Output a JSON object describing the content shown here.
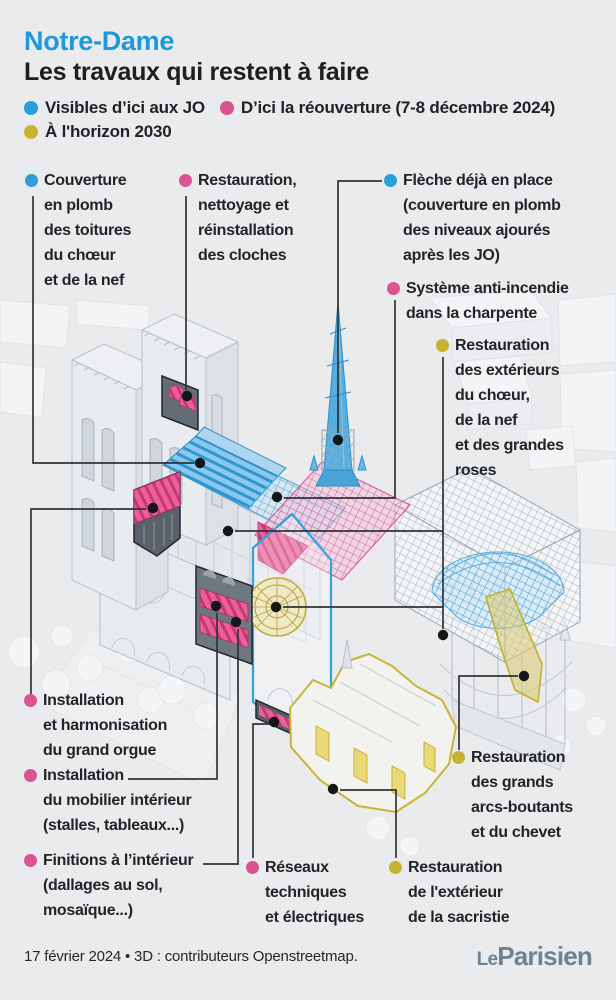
{
  "colors": {
    "background": "#e9ebed",
    "blue_accent": "#2d9fd8",
    "pink_accent": "#db5390",
    "yellow_accent": "#c7b232",
    "leader_line": "#333333",
    "text": "#1d1e20",
    "logo": "#6b8392"
  },
  "header": {
    "kicker": "Notre-Dame",
    "title": "Les travaux qui restent à faire"
  },
  "legend": {
    "items": [
      {
        "color": "blue",
        "label": "Visibles d’ici aux JO"
      },
      {
        "color": "pink",
        "label": "D’ici la réouverture (7-8 décembre 2024)"
      },
      {
        "color": "yellow",
        "label": "À l'horizon 2030"
      }
    ]
  },
  "annotations": [
    {
      "id": "couverture-plomb",
      "color": "blue",
      "text": "Couverture\nen plomb\ndes toitures\ndu chœur\net de la nef"
    },
    {
      "id": "cloches",
      "color": "pink",
      "text": "Restauration,\nnettoyage et\nréinstallation\ndes cloches"
    },
    {
      "id": "fleche",
      "color": "blue",
      "text": "Flèche déjà en place\n(couverture en plomb\ndes niveaux ajourés\naprès les JO)"
    },
    {
      "id": "anti-incendie",
      "color": "pink",
      "text": "Système anti-incendie\ndans la charpente"
    },
    {
      "id": "exterieurs-roses",
      "color": "yellow",
      "text": "Restauration\ndes extérieurs\ndu chœur,\nde la nef\net des grandes\nroses"
    },
    {
      "id": "grand-orgue",
      "color": "pink",
      "text": "Installation\net harmonisation\ndu grand orgue"
    },
    {
      "id": "mobilier-interieur",
      "color": "pink",
      "text": "Installation\ndu mobilier intérieur\n(stalles, tableaux...)"
    },
    {
      "id": "finitions",
      "color": "pink",
      "text": "Finitions à l’intérieur\n(dallages au sol,\nmosaïque...)"
    },
    {
      "id": "reseaux",
      "color": "pink",
      "text": "Réseaux\ntechniques\net électriques"
    },
    {
      "id": "sacristie",
      "color": "yellow",
      "text": "Restauration\nde l'extérieur\nde la sacristie"
    },
    {
      "id": "arcs-boutants",
      "color": "yellow",
      "text": "Restauration\ndes grands\narcs-boutants\net du chevet"
    }
  ],
  "footer": {
    "credit": "17 février 2024 • 3D : contributeurs Openstreetmap.",
    "logo_le": "Le",
    "logo_parisien": "Parisien"
  }
}
